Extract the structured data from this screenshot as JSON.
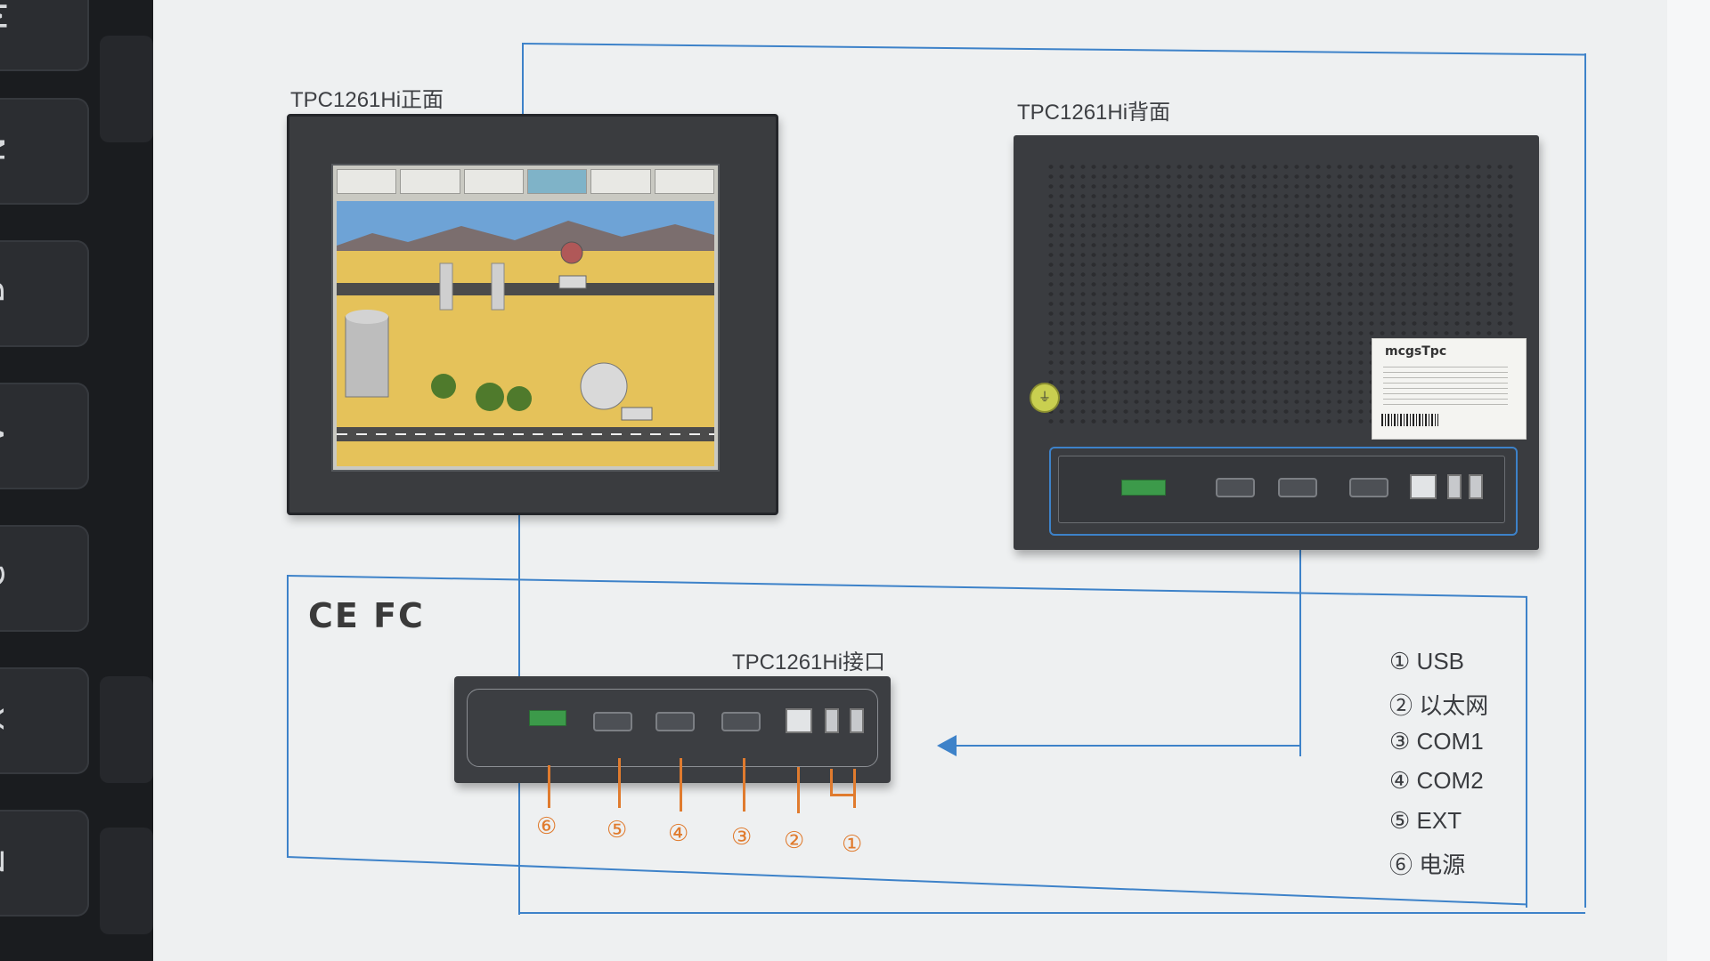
{
  "keyboard": {
    "keys": [
      "M",
      "N",
      "B",
      "V",
      "C",
      "X",
      "Z"
    ]
  },
  "captions": {
    "front": "TPC1261Hi正面",
    "back": "TPC1261Hi背面",
    "interface": "TPC1261Hi接口"
  },
  "certifications": "CE FC",
  "sticker": {
    "brand": "mcgsTpc"
  },
  "callout_numbers": [
    "⑥",
    "⑤",
    "④",
    "③",
    "②",
    "①"
  ],
  "legend": [
    {
      "num": "①",
      "label": "USB"
    },
    {
      "num": "②",
      "label": "以太网"
    },
    {
      "num": "③",
      "label": "COM1"
    },
    {
      "num": "④",
      "label": "COM2"
    },
    {
      "num": "⑤",
      "label": "EXT"
    },
    {
      "num": "⑥",
      "label": "电源"
    }
  ],
  "colors": {
    "connector_line": "#3d82c9",
    "callout": "#e07b2e"
  }
}
